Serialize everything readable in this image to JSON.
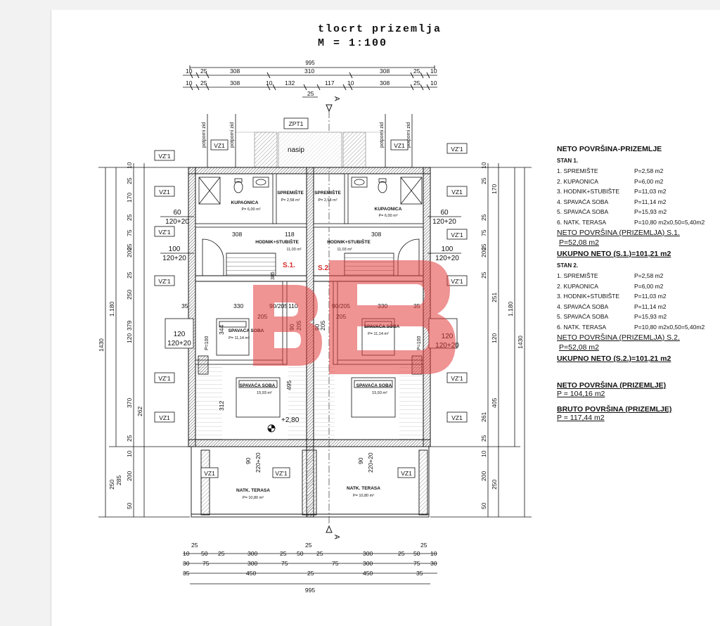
{
  "title": {
    "line1": "tlocrt prizemlja",
    "line2": "M = 1:100"
  },
  "dims": {
    "top_total": "995",
    "top_row1": [
      "10",
      "25",
      "308",
      "310",
      "308",
      "25",
      "10"
    ],
    "top_row2": [
      "10",
      "25",
      "308",
      "10",
      "132",
      "117",
      "10",
      "308",
      "25",
      "10"
    ],
    "top_row3": "25",
    "bottom_row1": [
      "25",
      "25",
      "25"
    ],
    "bottom_row2": [
      "10",
      "50",
      "25",
      "300",
      "25",
      "50",
      "25",
      "300",
      "25",
      "50",
      "10"
    ],
    "bottom_row3": [
      "30",
      "75",
      "300",
      "75",
      "75",
      "300",
      "75",
      "30"
    ],
    "bottom_row4": [
      "35",
      "450",
      "25",
      "450",
      "35"
    ],
    "bottom_total": "995",
    "left_outer": "1430",
    "left_inner": "1.180",
    "right_outer": "1430",
    "right_inner": "1.180",
    "left_col1": [
      "10",
      "25",
      "170",
      "25",
      "75",
      "25",
      "200",
      "25",
      "250",
      "379",
      "120",
      "370",
      "262",
      "25",
      "10",
      "200",
      "285",
      "250",
      "50"
    ],
    "right_col1": [
      "10",
      "25",
      "170",
      "25",
      "75",
      "25",
      "200",
      "25",
      "251",
      "120",
      "405",
      "261",
      "25",
      "10",
      "200",
      "250",
      "50"
    ]
  },
  "labels": {
    "zpt": "ZPT1",
    "nasip": "nasip",
    "potporni": "potporni zid",
    "vz": "VZ1",
    "vzp": "VZ'1",
    "window_60": "60",
    "window_120_20": "120+20",
    "window_100": "100",
    "window_120": "120",
    "door_220": "220+20",
    "door_90": "90",
    "door_90_205": "90/205",
    "s1": "S.1.",
    "s2": "S.2.",
    "level": "+2,80",
    "section_a": "A",
    "rooms": [
      {
        "name": "KUPAONICA",
        "area": "P= 6,00 m²"
      },
      {
        "name": "SPREMIŠTE",
        "area": "P= 2,58 m²"
      },
      {
        "name": "SPREMIŠTE",
        "area": "P= 2,58 m²"
      },
      {
        "name": "KUPAONICA",
        "area": "P= 6,00 m²"
      },
      {
        "name": "HODNIK+STUBIŠTE",
        "area": "11,03 m²"
      },
      {
        "name": "HODNIK+STUBIŠTE",
        "area": "11,03 m²"
      },
      {
        "name": "SPAVAĆA SOBA",
        "area": "P= 11,14 m²"
      },
      {
        "name": "SPAVAĆA SOBA",
        "area": "P= 11,14 m²"
      },
      {
        "name": "SPAVAĆA SOBA",
        "area": "15,93 m²"
      },
      {
        "name": "SPAVAĆA SOBA",
        "area": "15,93 m²"
      },
      {
        "name": "NATK. TERASA",
        "area": "P= 10,80 m²"
      },
      {
        "name": "NATK. TERASA",
        "area": "P= 10,80 m²"
      }
    ],
    "inner_dims": [
      "330",
      "110",
      "330",
      "35",
      "35",
      "344",
      "495",
      "312",
      "118",
      "308",
      "308",
      "385",
      "205",
      "205",
      "205",
      "205",
      "90",
      "90",
      "P=100",
      "P=100"
    ]
  },
  "legend": {
    "heading": "NETO POVRŠINA-PRIZEMLJE",
    "stan1": {
      "title": "STAN 1.",
      "rows": [
        {
          "n": "1. SPREMIŠTE",
          "v": "P=2,58 m2"
        },
        {
          "n": "2. KUPAONICA",
          "v": "P=6,00 m2"
        },
        {
          "n": "3. HODNIK+STUBIŠTE",
          "v": "P=11,03 m2"
        },
        {
          "n": "4. SPAVAĆA SOBA",
          "v": "P=11,14 m2"
        },
        {
          "n": "5. SPAVAĆA SOBA",
          "v": "P=15,93 m2"
        },
        {
          "n": "6. NATK. TERASA",
          "v": "P=10,80 m2x0,50=5,40m2"
        }
      ],
      "neto_label": "NETO POVRŠINA (PRIZEMLJA) S.1.",
      "neto_value": "P=52,08 m2",
      "ukupno": "UKUPNO NETO (S.1.)=101,21 m2"
    },
    "stan2": {
      "title": "STAN 2.",
      "rows": [
        {
          "n": "1. SPREMIŠTE",
          "v": "P=2,58 m2"
        },
        {
          "n": "2. KUPAONICA",
          "v": "P=6,00 m2"
        },
        {
          "n": "3. HODNIK+STUBIŠTE",
          "v": "P=11,03 m2"
        },
        {
          "n": "4. SPAVAĆA SOBA",
          "v": "P=11,14 m2"
        },
        {
          "n": "5. SPAVAĆA SOBA",
          "v": "P=15,93 m2"
        },
        {
          "n": "6. NATK. TERASA",
          "v": "P=10,80 m2x0,50=5,40m2"
        }
      ],
      "neto_label": "NETO POVRŠINA (PRIZEMLJA) S.2.",
      "neto_value": "P=52,08 m2",
      "ukupno": "UKUPNO NETO (S.2.)=101,21 m2"
    },
    "neto_total_label": "NETO POVRŠINA (PRIZEMLJE)",
    "neto_total_value": "P = 104,16 m2",
    "bruto_label": "BRUTO POVRŠINA (PRIZEMLJE)",
    "bruto_value": "P = 117,44 m2"
  },
  "colors": {
    "watermark": "#e23b3b",
    "line": "#111111",
    "hatch": "#9a9a9a",
    "red_label": "#d52b2b"
  }
}
